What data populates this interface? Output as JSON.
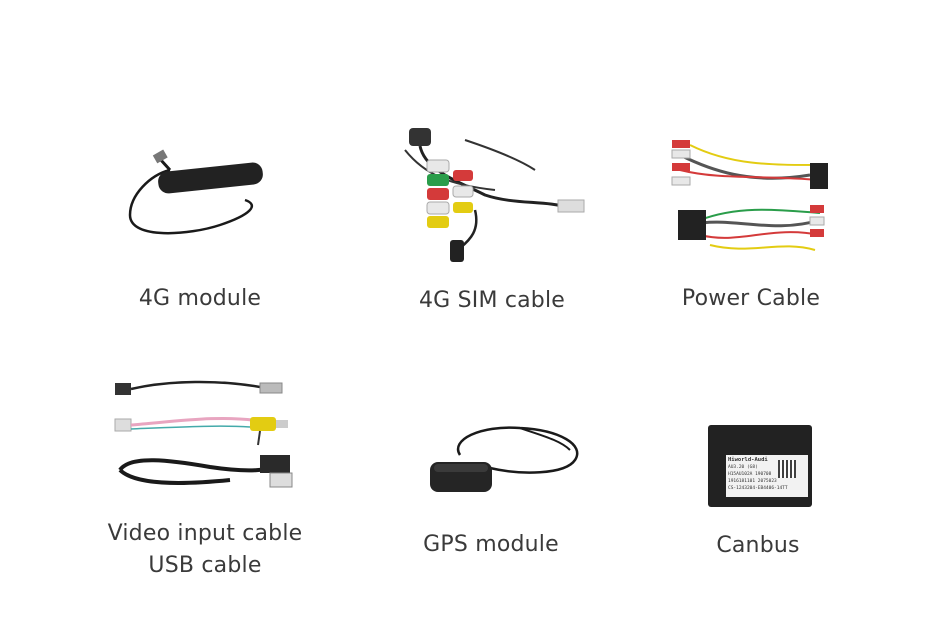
{
  "items": [
    {
      "label": "4G module",
      "image": "antenna-module-icon"
    },
    {
      "label": "4G SIM cable",
      "image": "rca-harness-icon"
    },
    {
      "label": "Power Cable",
      "image": "power-harness-icon"
    },
    {
      "label_line1": "Video input cable",
      "label_line2": "USB cable",
      "image": "video-usb-cables-icon"
    },
    {
      "label": "GPS module",
      "image": "gps-antenna-icon"
    },
    {
      "label": "Canbus",
      "image": "canbus-box-icon",
      "box_text": [
        "Hiworld-Audi",
        "AU3.20 (G8)",
        "H15AU102A   190708",
        "1916181101 2075023",
        "CS-1243204-EB4406-14TT"
      ]
    }
  ]
}
